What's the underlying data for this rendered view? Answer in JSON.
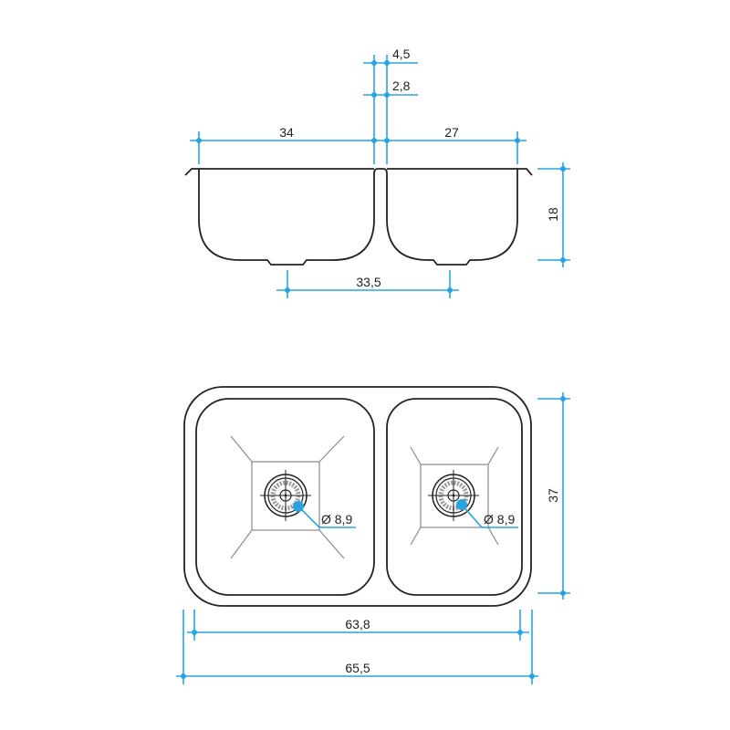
{
  "colors": {
    "dimension": "#29a3e0",
    "outline": "#222222",
    "detail": "#8a8a8a"
  },
  "side_view": {
    "dims": {
      "left_bowl_width": "34",
      "right_bowl_width": "27",
      "divider_top": "4,5",
      "divider_inner": "2,8",
      "depth": "18",
      "drain_spacing": "33,5"
    }
  },
  "top_view": {
    "dims": {
      "left_drain_diameter": "Ø 8,9",
      "right_drain_diameter": "Ø 8,9",
      "depth_width": "37",
      "inner_length": "63,8",
      "outer_length": "65,5"
    }
  }
}
